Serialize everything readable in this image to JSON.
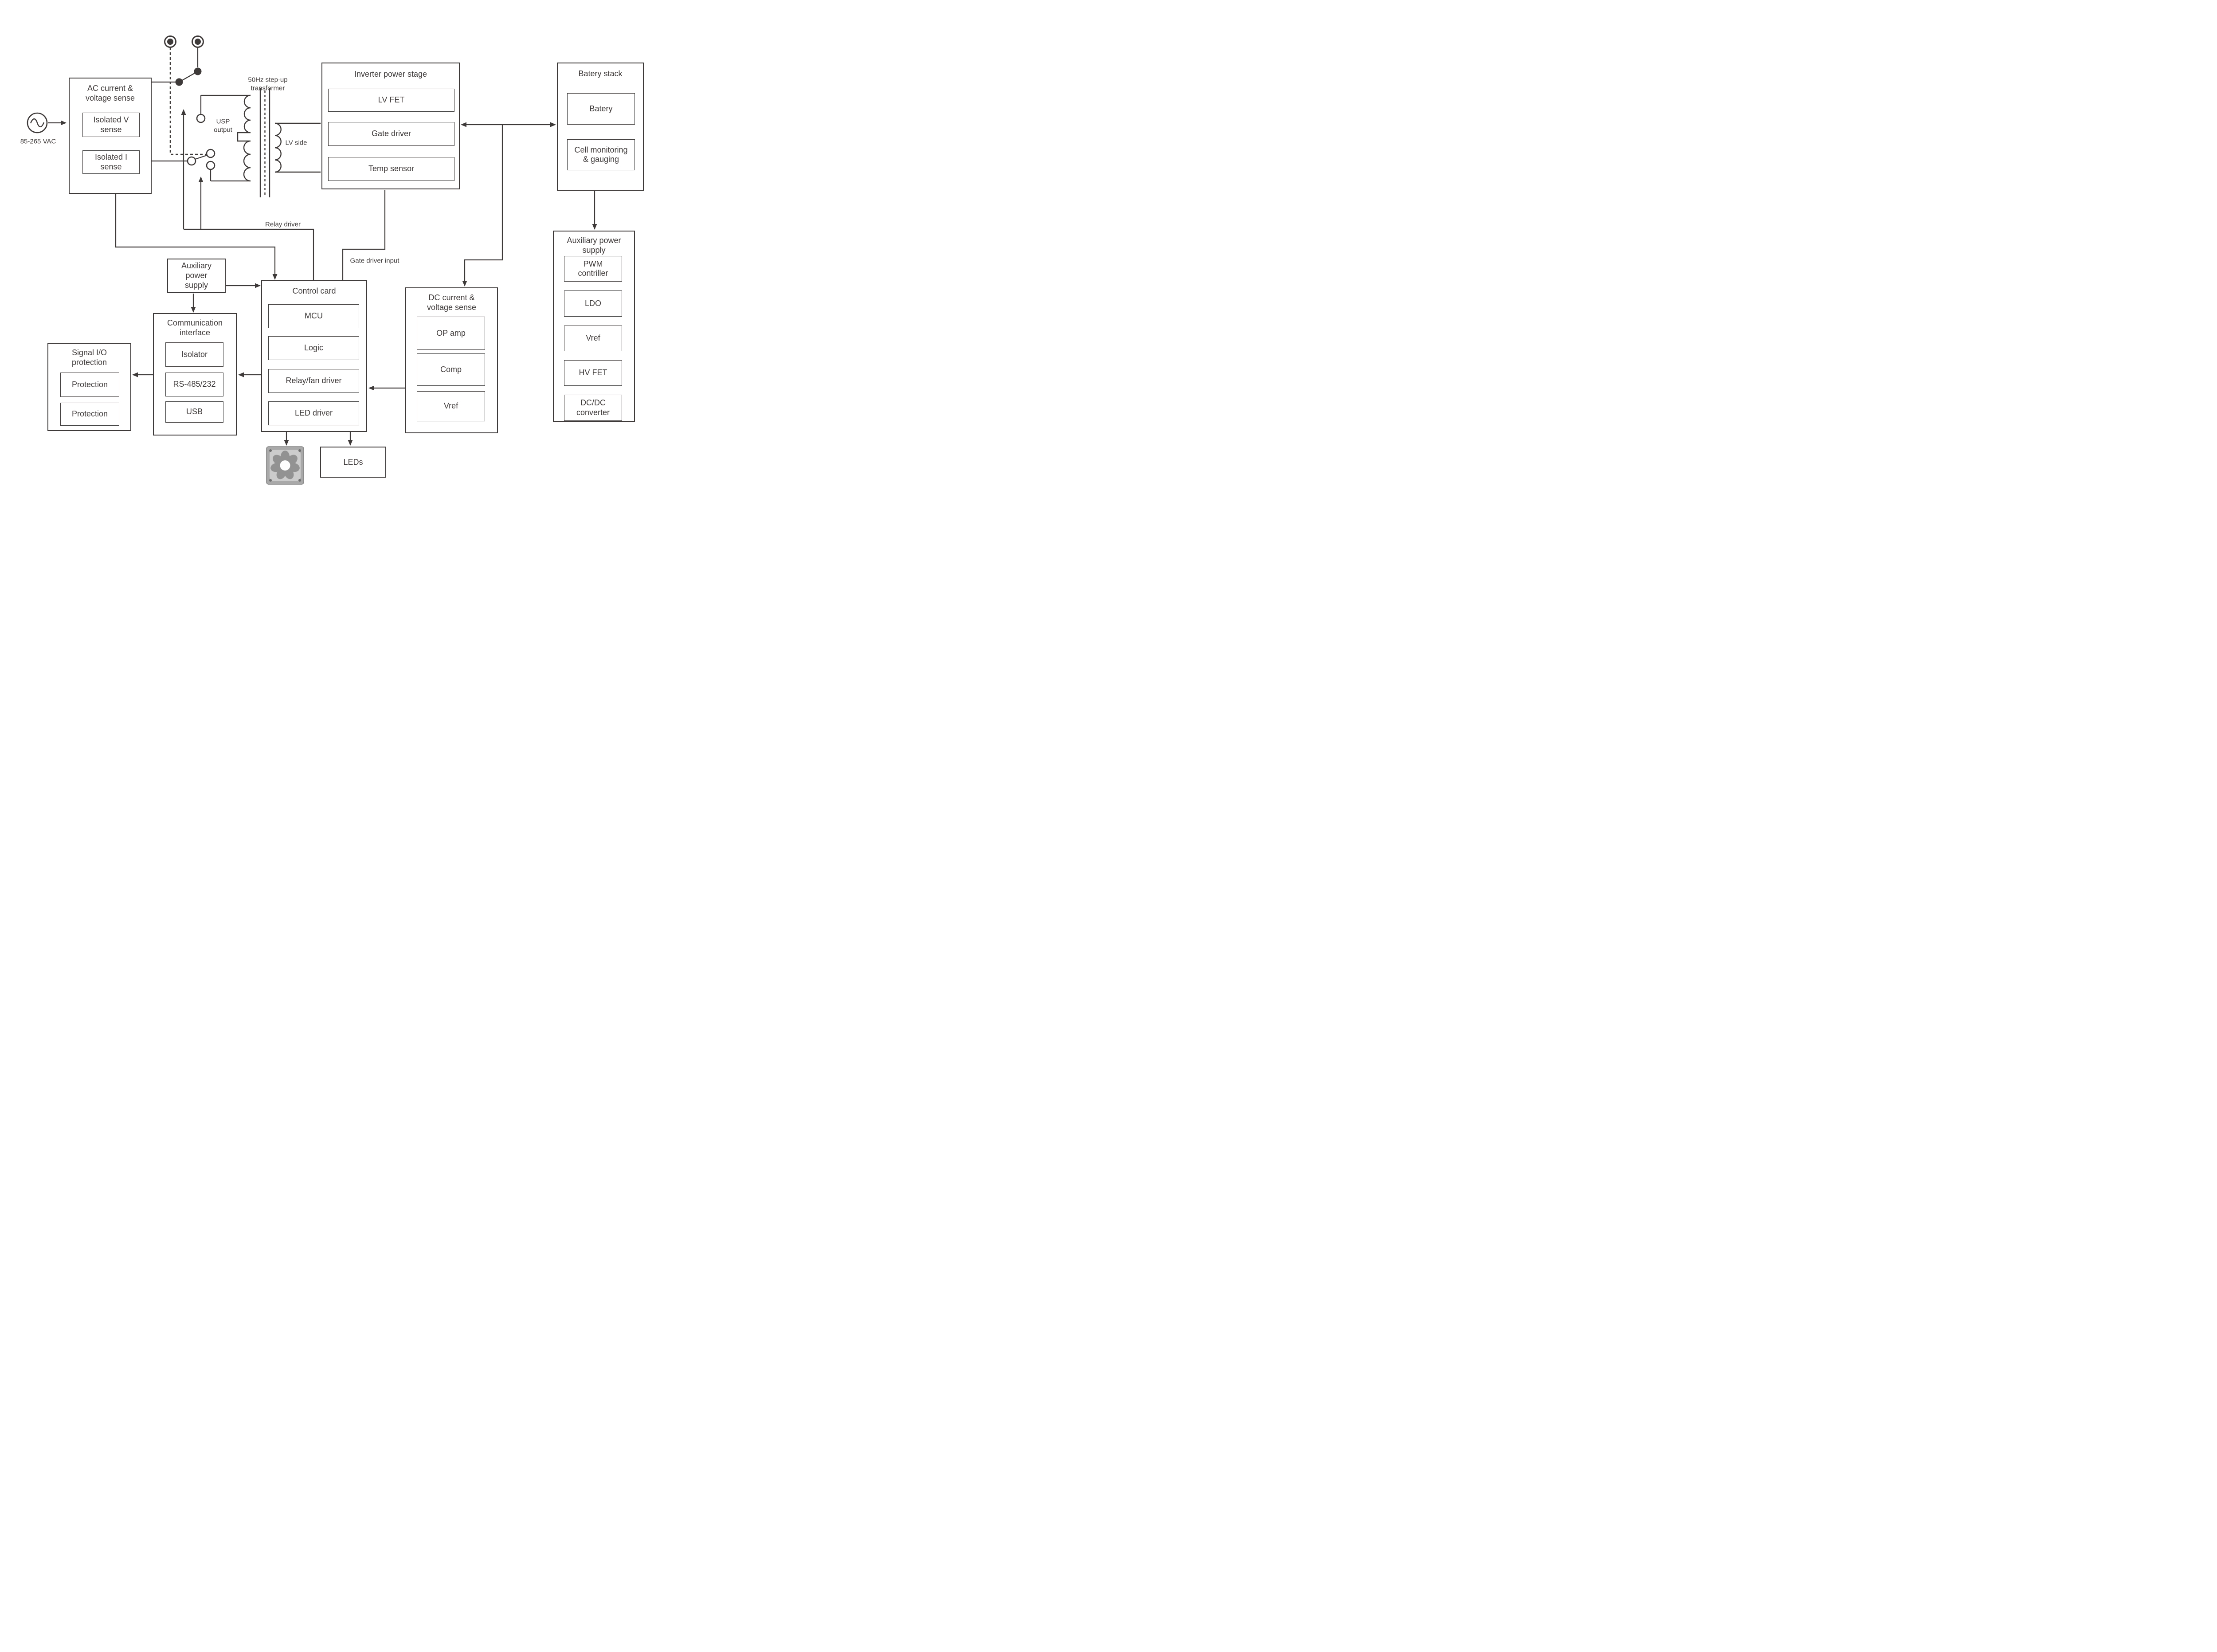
{
  "diagram": {
    "line_color": "#3e3a39",
    "labels": {
      "source": "85-265 VAC",
      "transformer": "50Hz step-up transformer",
      "usp_output": "USP output",
      "lv_side": "LV side",
      "relay_driver": "Relay driver",
      "gate_driver_input": "Gate driver input"
    },
    "icons": {
      "ac_source": "ac-source-icon",
      "output_terminals": "output-terminal-icon",
      "relay_switches": "relay-switch-icon",
      "transformer": "transformer-icon",
      "fan": "fan-icon"
    },
    "boxes": {
      "ac_sense": {
        "title": "AC current & voltage sense",
        "items": [
          "Isolated V sense",
          "Isolated I sense"
        ]
      },
      "inverter": {
        "title": "Inverter power stage",
        "items": [
          "LV FET",
          "Gate driver",
          "Temp sensor"
        ]
      },
      "battery_stack": {
        "title": "Batery stack",
        "items": [
          "Batery",
          "Cell monitoring & gauging"
        ]
      },
      "aux_power_right": {
        "title": "Auxiliary power supply",
        "items": [
          "PWM contriller",
          "LDO",
          "Vref",
          "HV FET",
          "DC/DC converter"
        ]
      },
      "aux_power_mid": {
        "title": "Auxiliary power supply"
      },
      "control_card": {
        "title": "Control card",
        "items": [
          "MCU",
          "Logic",
          "Relay/fan driver",
          "LED driver"
        ]
      },
      "dc_sense": {
        "title": "DC current & voltage sense",
        "items": [
          "OP amp",
          "Comp",
          "Vref"
        ]
      },
      "comm": {
        "title": "Communication interface",
        "items": [
          "Isolator",
          "RS-485/232",
          "USB"
        ]
      },
      "signal_io": {
        "title": "Signal I/O protection",
        "items": [
          "Protection",
          "Protection"
        ]
      },
      "leds": {
        "title": "LEDs"
      }
    }
  }
}
